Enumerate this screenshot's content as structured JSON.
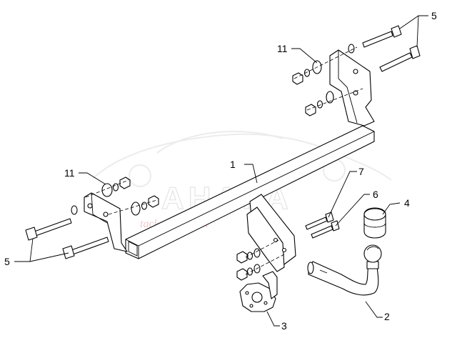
{
  "diagram": {
    "watermark": {
      "brand": "АНАКА",
      "tagline": "tack and travel"
    },
    "callouts": [
      {
        "id": "p1",
        "text": "1"
      },
      {
        "id": "p2",
        "text": "2"
      },
      {
        "id": "p3",
        "text": "3"
      },
      {
        "id": "p4",
        "text": "4"
      },
      {
        "id": "p5a",
        "text": "5"
      },
      {
        "id": "p5b",
        "text": "5"
      },
      {
        "id": "p6",
        "text": "6"
      },
      {
        "id": "p7",
        "text": "7"
      },
      {
        "id": "p11a",
        "text": "11"
      },
      {
        "id": "p11b",
        "text": "11"
      }
    ]
  }
}
